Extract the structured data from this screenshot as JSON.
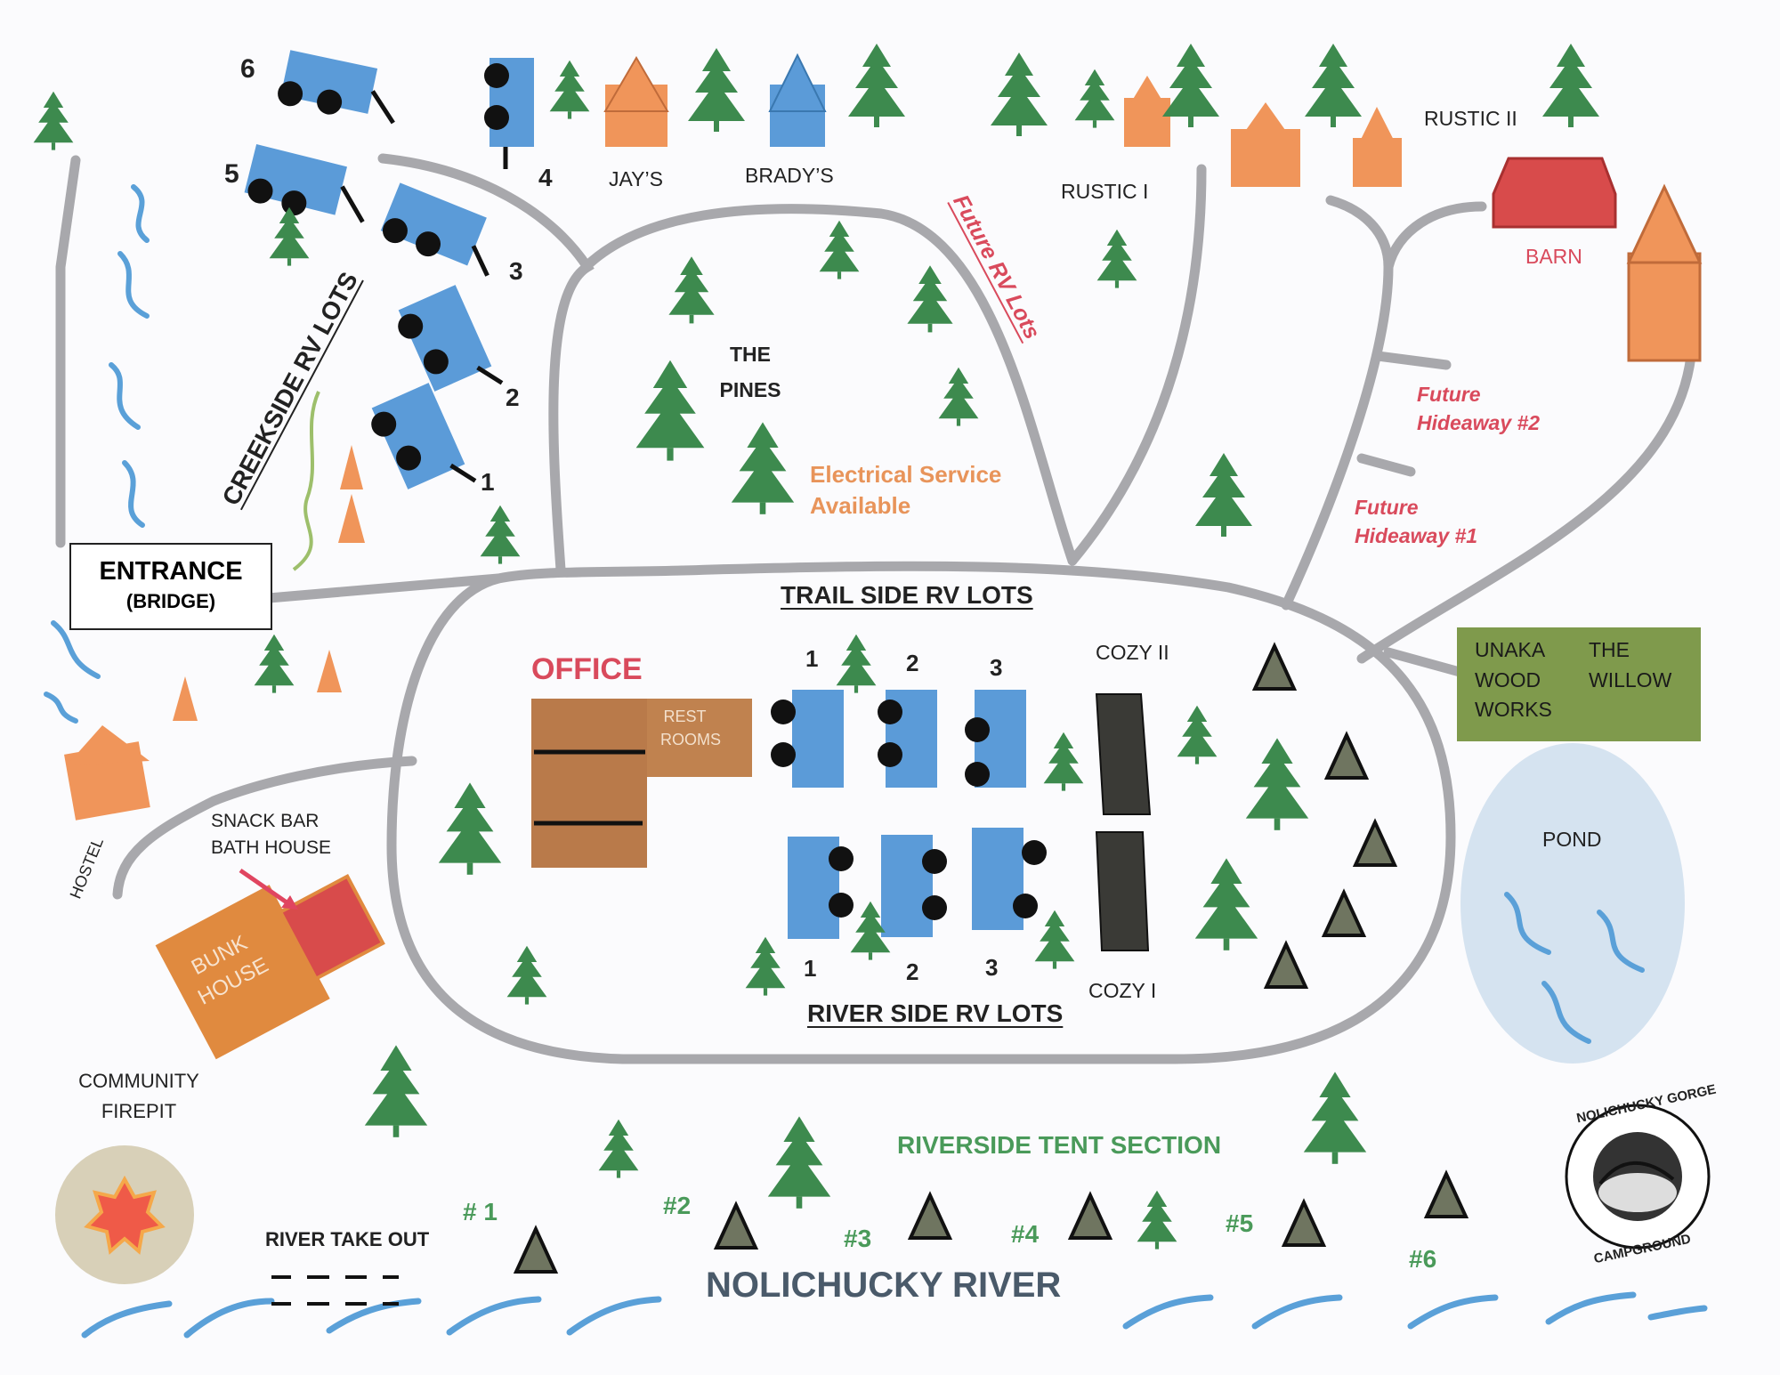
{
  "map": {
    "entrance": {
      "title": "ENTRANCE",
      "subtitle": "(BRIDGE)"
    },
    "creekside": {
      "title": "CREEKSIDE RV LOTS",
      "lots": [
        "6",
        "5",
        "4",
        "3",
        "2",
        "1"
      ]
    },
    "cabins": {
      "jays": "JAY’S",
      "bradys": "BRADY’S",
      "rustic1": "RUSTIC I",
      "rustic2": "RUSTIC II"
    },
    "barn": "BARN",
    "pines": {
      "line1": "THE",
      "line2": "PINES"
    },
    "future_rv": "Future RV Lots",
    "electrical": {
      "line1": "Electrical Service",
      "line2": "Available"
    },
    "future_hideaway_2": {
      "line1": "Future",
      "line2": "Hideaway #2"
    },
    "future_hideaway_1": {
      "line1": "Future",
      "line2": "Hideaway #1"
    },
    "trailside": {
      "title": "TRAIL SIDE RV LOTS",
      "lots": [
        "1",
        "2",
        "3"
      ]
    },
    "riverside_lots": {
      "title": "RIVER SIDE RV LOTS",
      "lots": [
        "1",
        "2",
        "3"
      ]
    },
    "office": "OFFICE",
    "restrooms": {
      "line1": "REST",
      "line2": "ROOMS"
    },
    "cozy2": "COZY II",
    "cozy1": "COZY I",
    "unaka": {
      "line1": "UNAKA",
      "line2": "WOOD",
      "line3": "WORKS",
      "willow1": "THE",
      "willow2": "WILLOW"
    },
    "pond": "POND",
    "hostel": "HOSTEL",
    "snackbar": {
      "line1": "SNACK BAR",
      "line2": "BATH HOUSE"
    },
    "bunkhouse": {
      "line1": "BUNK",
      "line2": "HOUSE"
    },
    "firepit": {
      "line1": "COMMUNITY",
      "line2": "FIREPIT"
    },
    "river_takeout": "RIVER TAKE OUT",
    "river": "NOLICHUCKY RIVER",
    "tent_section": {
      "title": "RIVERSIDE TENT SECTION",
      "sites": [
        "# 1",
        "#2",
        "#3",
        "#4",
        "#5",
        "#6"
      ]
    },
    "logo": {
      "top": "NOLICHUCKY GORGE",
      "bottom": "CAMPGROUND"
    }
  },
  "colors": {
    "road": "#a8a8ac",
    "rv_blue": "#5b9bd8",
    "cabin_orange": "#f0955a",
    "barn_red": "#d84b4b",
    "office_brown": "#b97a4a",
    "tree_green": "#3d8a4e",
    "unaka_green": "#7f9a4c",
    "pond_blue": "#d5e3f0",
    "water_blue": "#5aa0d8"
  }
}
